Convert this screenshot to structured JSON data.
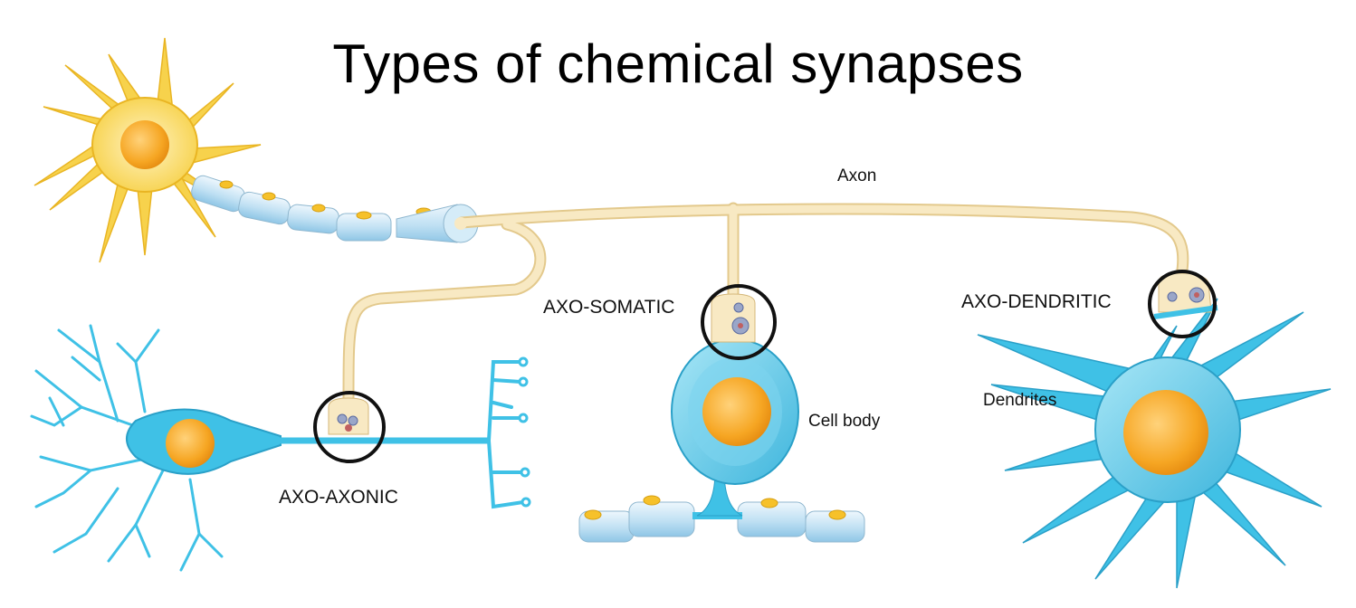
{
  "title": "Types of chemical synapses",
  "labels": {
    "axon": "Axon",
    "axo_somatic": "AXO-SOMATIC",
    "axo_dendritic": "AXO-DENDRITIC",
    "axo_axonic": "AXO-AXONIC",
    "cell_body": "Cell body",
    "dendrites": "Dendrites"
  },
  "colors": {
    "presynaptic_neuron": "#f7c93a",
    "axon": "#f7e4b5",
    "myelin": "#bfe0f3",
    "postsynaptic_neuron": "#3fc1e6",
    "nucleus": "#f6a623",
    "synapse_ring": "#111111"
  }
}
